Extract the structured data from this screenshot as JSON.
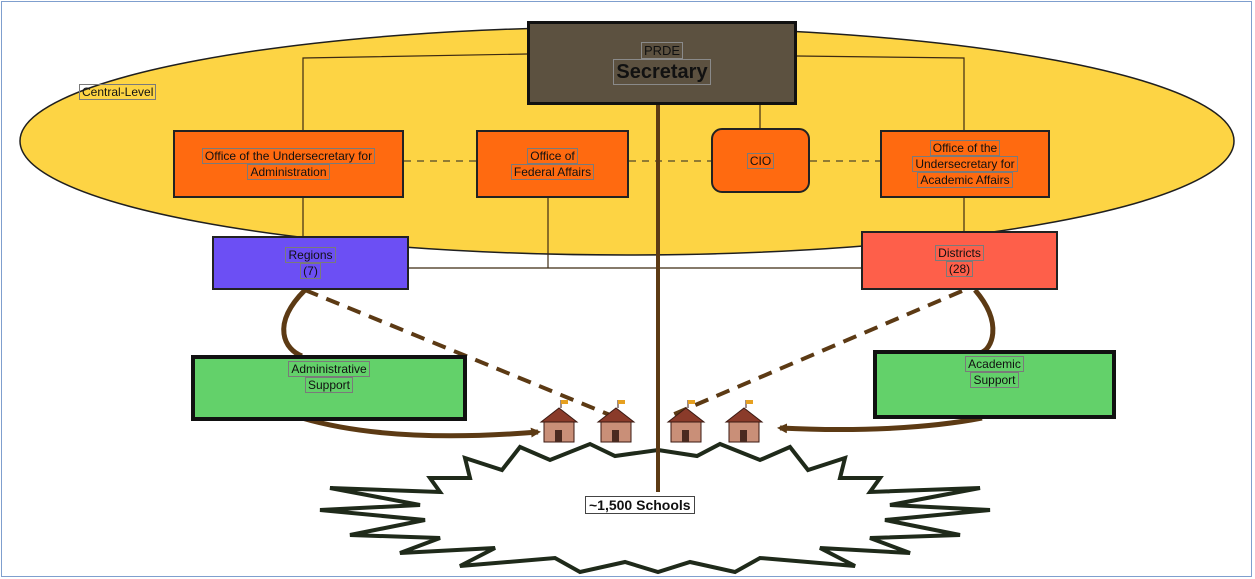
{
  "diagram": {
    "central_level_label": "Central-Level",
    "secretary": {
      "line1": "PRDE",
      "line2": "Secretary"
    },
    "offices": {
      "administration": [
        "Office of the Undersecretary for",
        "Administration"
      ],
      "federal_affairs": [
        "Office of",
        "Federal Affairs"
      ],
      "cio": "CIO",
      "academic_affairs": [
        "Office of the",
        "Undersecretary for",
        "Academic Affairs"
      ]
    },
    "regions": [
      "Regions",
      "(7)"
    ],
    "districts": [
      "Districts",
      "(28)"
    ],
    "administrative_support": [
      "Administrative",
      "Support"
    ],
    "academic_support": [
      "Academic",
      "Support"
    ],
    "schools": "~1,500 Schools"
  },
  "colors": {
    "ellipse_fill": "#fdd444",
    "secretary_fill": "#5c5140",
    "office_fill": "#ff6a10",
    "regions_fill": "#6c4ff4",
    "districts_fill": "#fe5f4a",
    "support_fill": "#63d16a",
    "connector": "#5c3a14",
    "starburst_stroke": "#1f2a1a"
  },
  "icons": [
    "school-building-icon",
    "school-building-icon",
    "school-building-icon",
    "school-building-icon"
  ]
}
